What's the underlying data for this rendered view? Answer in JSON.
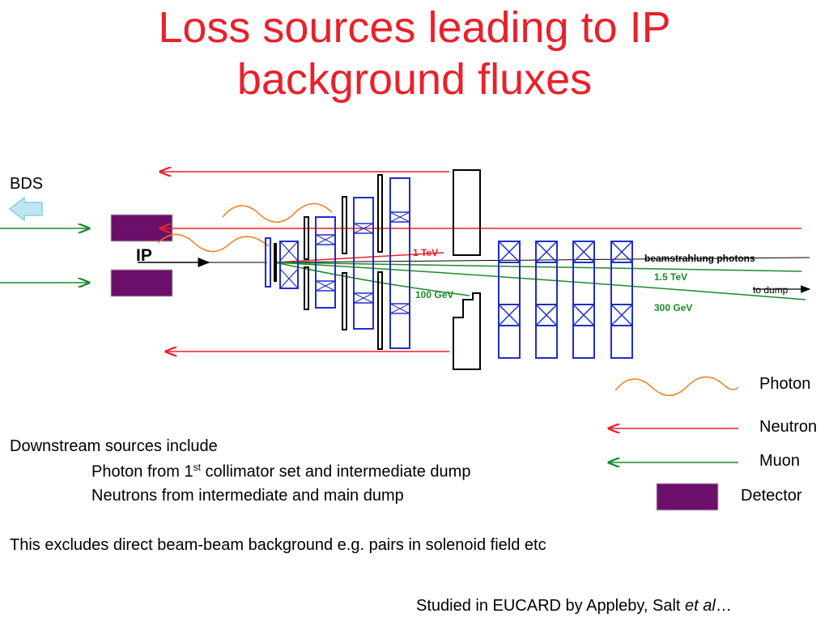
{
  "title_line1": "Loss sources leading to IP",
  "title_line2": "background fluxes",
  "diagram": {
    "bds_label": "BDS",
    "ip_label": "IP",
    "energy_1tev": "1 TeV",
    "energy_100gev": "100 GeV",
    "energy_15tev": "1.5 TeV",
    "energy_300gev": "300 GeV",
    "beamstrahlung_label": "beamstrahlung photons",
    "to_dump_label": "to dump"
  },
  "legend": {
    "photon": "Photon",
    "neutron": "Neutron",
    "muon": "Muon",
    "detector": "Detector"
  },
  "notes": {
    "line1": "Downstream sources include",
    "line2_pre": "Photon from 1",
    "line2_sup": "st",
    "line2_post": " collimator set and intermediate dump",
    "line3": "Neutrons from intermediate and main dump",
    "line4": "This excludes direct beam-beam background e.g. pairs in solenoid field etc"
  },
  "credit": {
    "text": "Studied in EUCARD by Appleby, Salt ",
    "italic": "et al",
    "ellipsis": "…"
  },
  "colors": {
    "title": "#e8212b",
    "photon": "#f07c1a",
    "neutron": "#e8212b",
    "muon": "#1a8a2a",
    "detector": "#6b0f6b",
    "magnet": "#1f2ec8"
  }
}
